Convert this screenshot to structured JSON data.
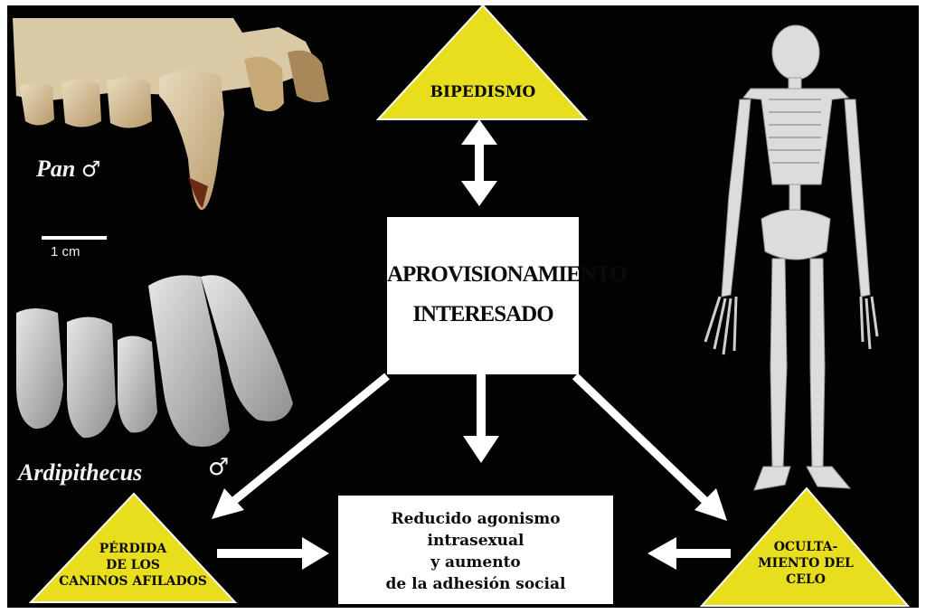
{
  "top_triangle": {
    "label": "BIPEDISMO"
  },
  "center_box": {
    "line1": "APROVISIONAMIENTO",
    "line2": "INTERESADO"
  },
  "bottom_box": {
    "line1": "Reducido agonismo",
    "line2": "intrasexual",
    "line3": "y aumento",
    "line4": "de la adhesión social"
  },
  "left_triangle": {
    "line1": "PÉRDIDA",
    "line2": "DE LOS",
    "line3": "CANINOS AFILADOS"
  },
  "right_triangle": {
    "line1": "OCULTA-",
    "line2": "MIENTO DEL",
    "line3": "CELO"
  },
  "labels": {
    "pan": "Pan",
    "male_symbol": "♂",
    "scale": "1 cm",
    "ardipithecus": "Ardipithecus"
  },
  "colors": {
    "background": "#020202",
    "triangle_fill": "#e8de1e",
    "arrow": "#ffffff",
    "box": "#ffffff"
  }
}
